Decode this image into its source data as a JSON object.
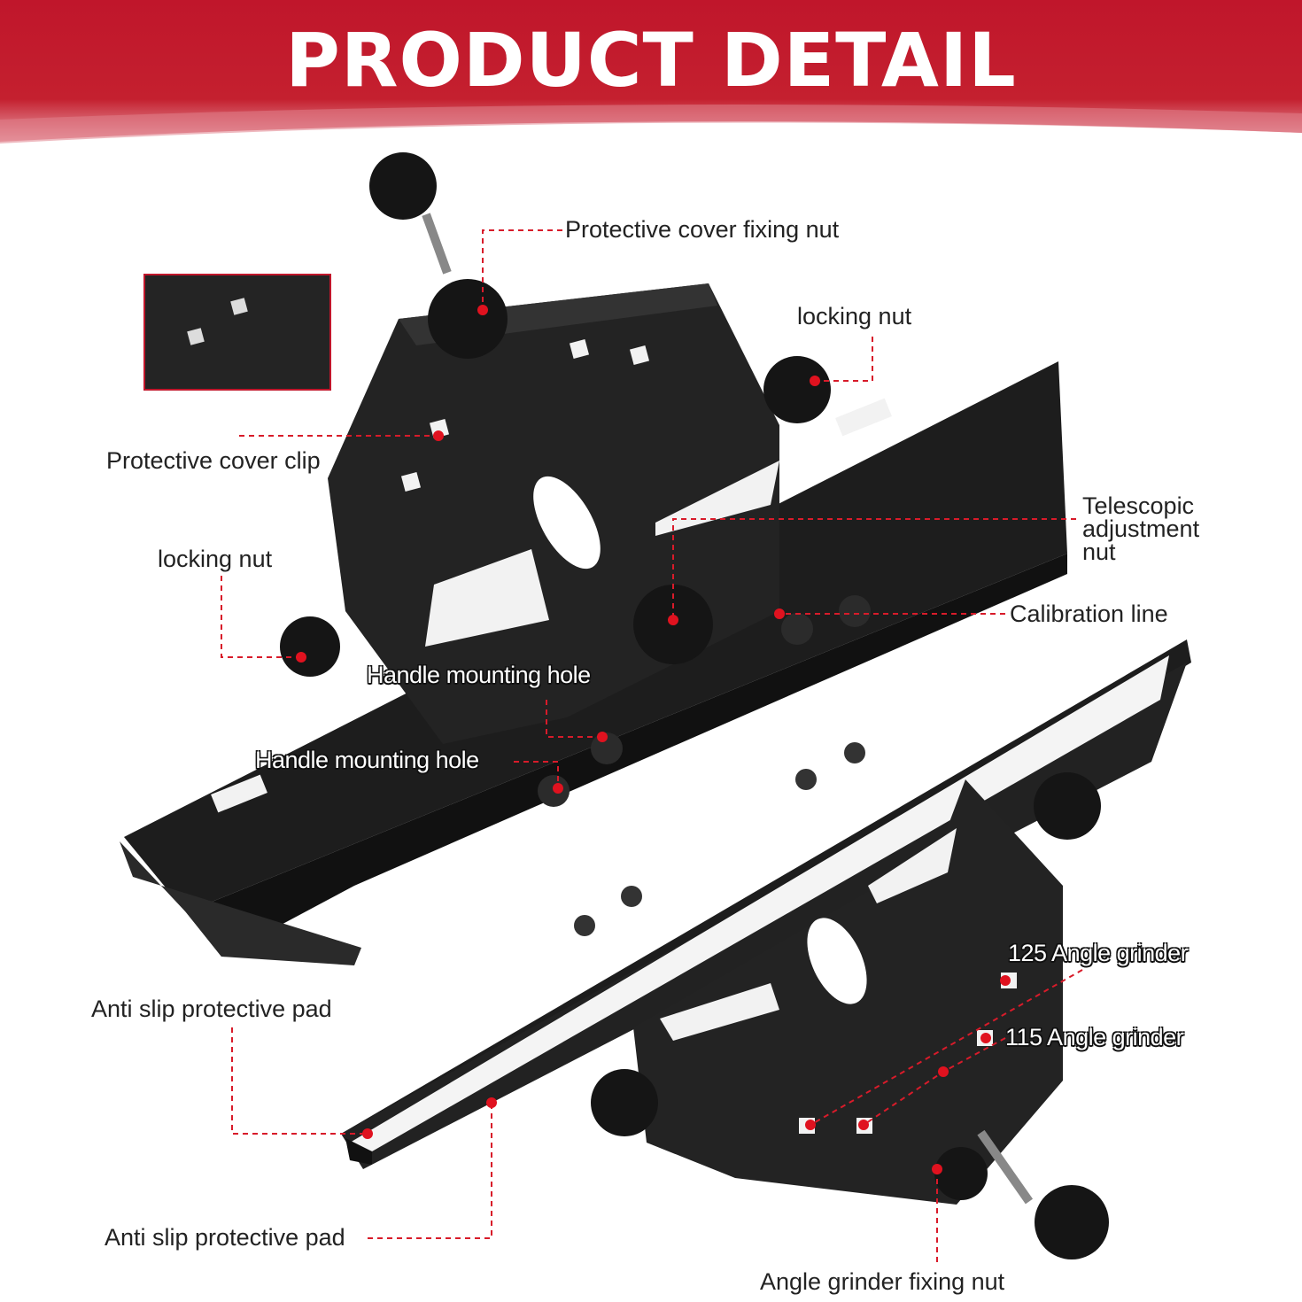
{
  "header": {
    "title": "PRODUCT DETAIL",
    "banner_color": "#c0162b"
  },
  "colors": {
    "callout_line": "#d81b2a",
    "metal": "#1c1c1c",
    "pad": "#f2f2f2"
  },
  "callouts": {
    "protective_cover_fixing_nut": "Protective cover fixing nut",
    "locking_nut_top": "locking nut",
    "protective_cover_clip": "Protective cover clip",
    "telescopic_adjustment_nut": "Telescopic\nadjustment\nnut",
    "locking_nut_left": "locking nut",
    "calibration_line": "Calibration line",
    "handle_mounting_hole_1": "Handle mounting hole",
    "handle_mounting_hole_2": "Handle mounting hole",
    "grinder_125": "125 Angle grinder",
    "grinder_115": "115 Angle grinder",
    "anti_slip_pad_top": "Anti slip protective pad",
    "anti_slip_pad_bottom": "Anti slip protective pad",
    "angle_grinder_fixing_nut": "Angle grinder fixing nut"
  }
}
